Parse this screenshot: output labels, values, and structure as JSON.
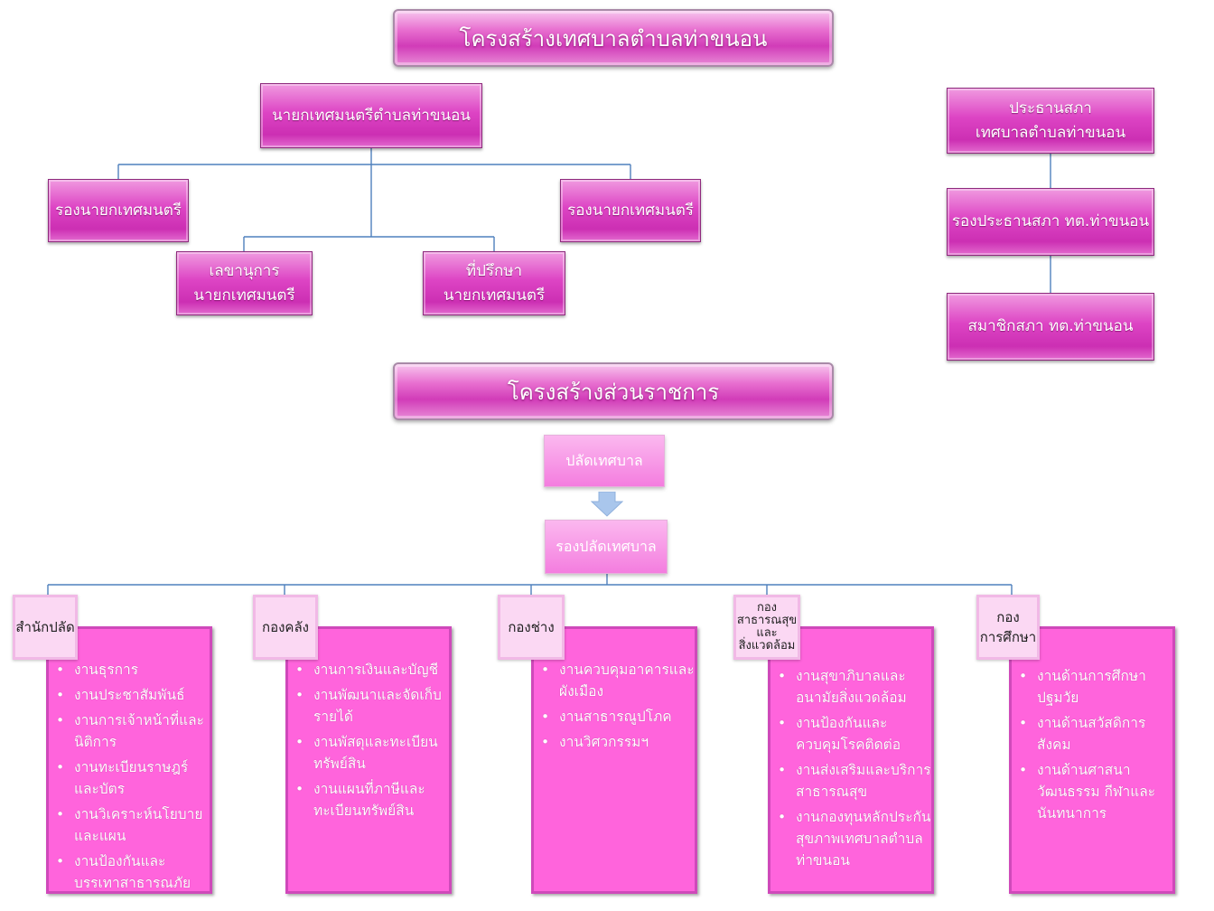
{
  "title_main": "โครงสร้างเทศบาลตำบลท่าขนอน",
  "title_sub": "โครงสร้างส่วนราชการ",
  "executive": {
    "mayor": "นายกเทศมนตรีตำบลท่าขนอน",
    "deputy_left": "รองนายกเทศมนตรี",
    "deputy_right": "รองนายกเทศมนตรี",
    "secretary": "เลขานุการ\nนายกเทศมนตรี",
    "advisor": "ที่ปรึกษา\nนายกเทศมนตรี"
  },
  "council": {
    "president": "ประธานสภา\nเทศบาลตำบลท่าขนอน",
    "vice_president": "รองประธานสภา ทต.ท่าขนอน",
    "member": "สมาชิกสภา ทต.ท่าขนอน"
  },
  "admin": {
    "clerk": "ปลัดเทศบาล",
    "deputy_clerk": "รองปลัดเทศบาล"
  },
  "departments": [
    {
      "name": "สำนักปลัด",
      "items": [
        "งานธุรการ",
        "งานประชาสัมพันธ์",
        "งานการเจ้าหน้าที่และนิติการ",
        "งานทะเบียนราษฎร์และบัตร",
        "งานวิเคราะห์นโยบายและแผน",
        "งานป้องกันและบรรเทาสาธารณภัย"
      ]
    },
    {
      "name": "กองคลัง",
      "items": [
        "งานการเงินและบัญชี",
        "งานพัฒนาและจัดเก็บรายได้",
        "งานพัสดุและทะเบียนทรัพย์สิน",
        "งานแผนที่ภาษีและทะเบียนทรัพย์สิน"
      ]
    },
    {
      "name": "กองช่าง",
      "items": [
        "งานควบคุมอาคารและผังเมือง",
        "งานสาธารณูปโภค",
        "งานวิศวกรรมฯ"
      ]
    },
    {
      "name": "กอง\nสาธารณสุขและ\nสิ่งแวดล้อม",
      "items": [
        "งานสุขาภิบาลและอนามัยสิ่งแวดล้อม",
        "งานป้องกันและควบคุมโรคติดต่อ",
        "งานส่งเสริมและบริการสาธารณสุข",
        "งานกองทุนหลักประกันสุขภาพเทศบาลตำบลท่าขนอน"
      ]
    },
    {
      "name": "กอง\nการศึกษา",
      "items": [
        "งานด้านการศึกษาปฐมวัย",
        "งานด้านสวัสดิการสังคม",
        "งานด้านศาสนา วัฒนธรรม กีฬาและนันทนาการ"
      ]
    }
  ]
}
